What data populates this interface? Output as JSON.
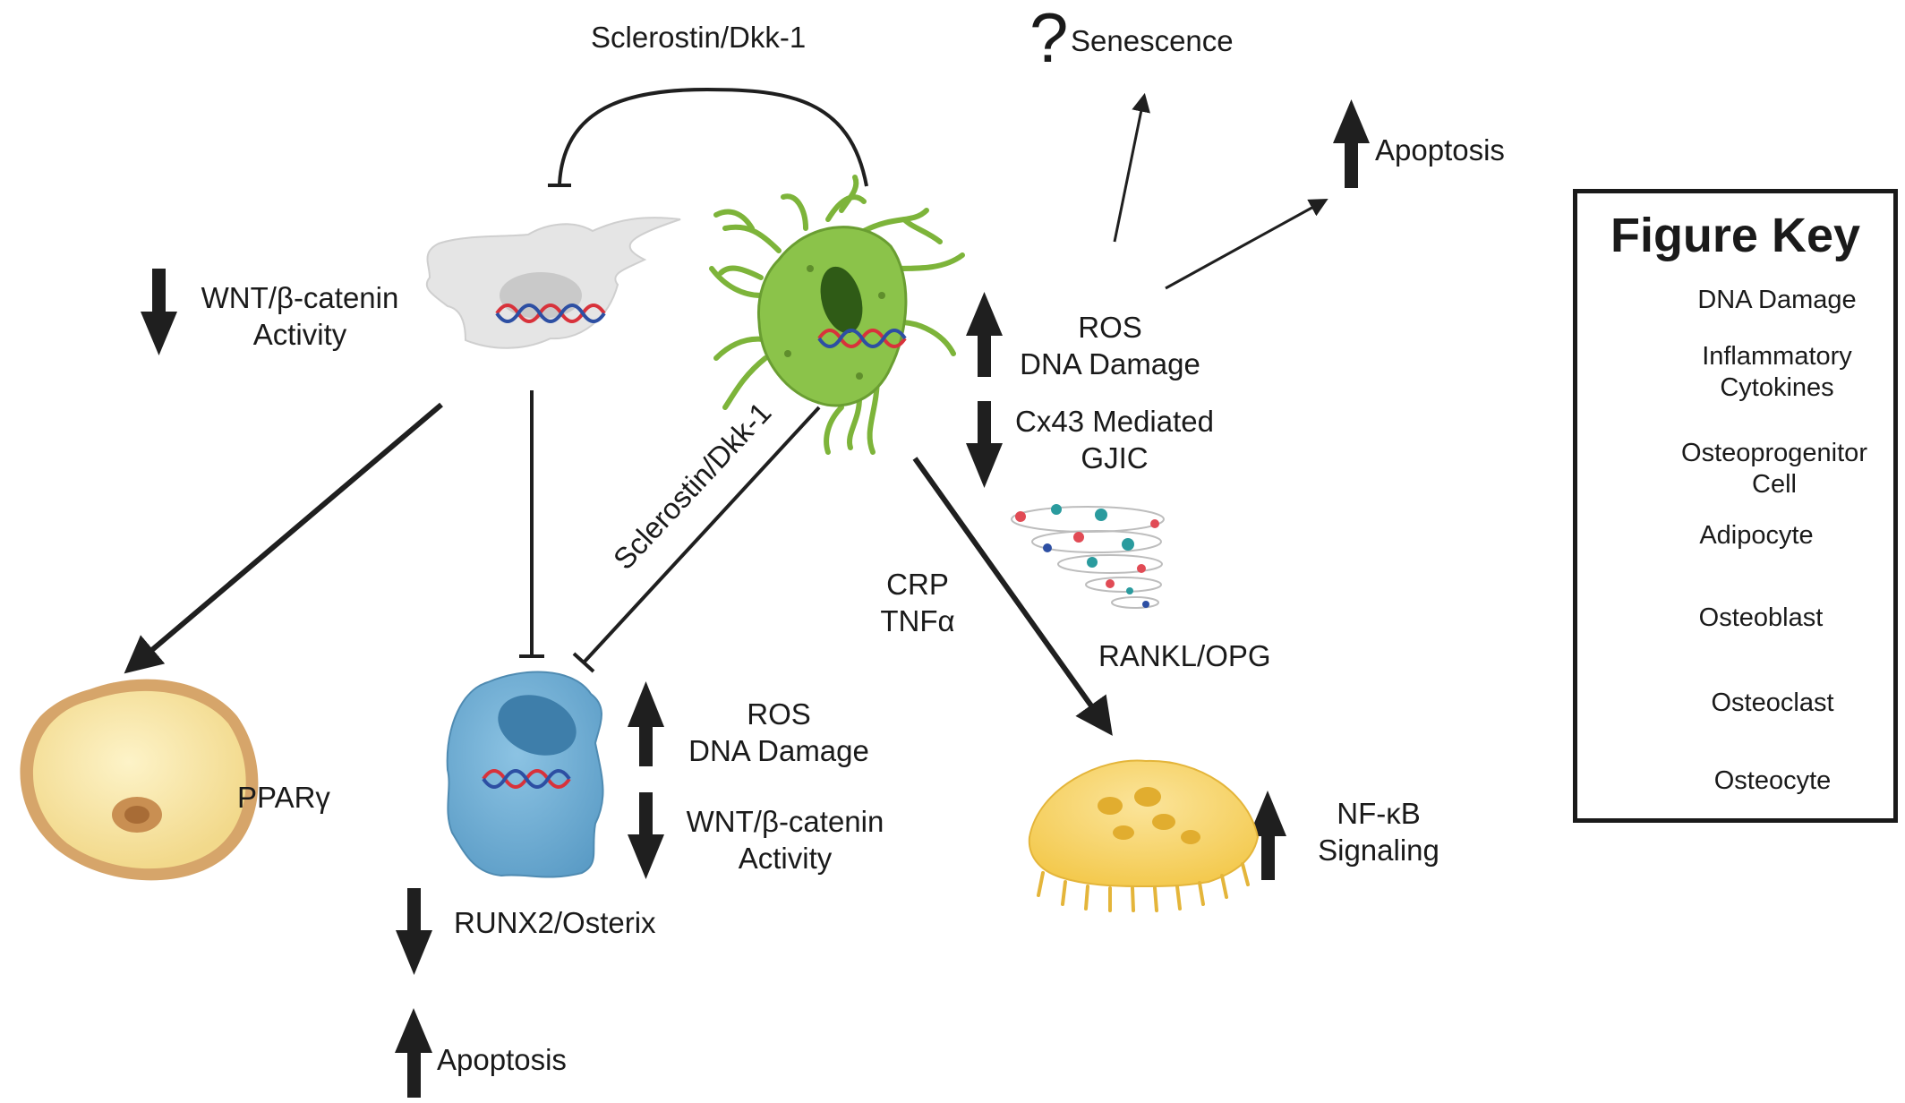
{
  "diagram": {
    "top_inhibitor": "Sclerostin/Dkk-1",
    "diag_inhibitor": "Sclerostin/Dkk-1",
    "senescence_q": "?",
    "senescence": "Senescence",
    "apoptosis_top": "Apoptosis",
    "wnt_top": [
      "WNT/β-catenin",
      "Activity"
    ],
    "ros_osteocyte": [
      "ROS",
      "DNA Damage"
    ],
    "cx43": [
      "Cx43 Mediated",
      "GJIC"
    ],
    "crp": [
      "CRP",
      "TNFα"
    ],
    "rankl": "RANKL/OPG",
    "ppar": "PPARγ",
    "ros_osteoblast": [
      "ROS",
      "DNA Damage"
    ],
    "wnt_osteoblast": [
      "WNT/β-catenin",
      "Activity"
    ],
    "runx2": "RUNX2/Osterix",
    "apoptosis_bottom": "Apoptosis",
    "nfkb": [
      "NF-κB",
      "Signaling"
    ]
  },
  "figure_key": {
    "title": "Figure Key",
    "items": [
      {
        "label": "DNA Damage",
        "icon": "dna-icon"
      },
      {
        "label": "Inflammatory Cytokines",
        "lines": [
          "Inflammatory",
          "Cytokines"
        ],
        "icon": "cytokine-tornado-icon"
      },
      {
        "label": "Osteoprogenitor Cell",
        "lines": [
          "Osteoprogenitor",
          "Cell"
        ],
        "icon": "osteoprogenitor-icon"
      },
      {
        "label": "Adipocyte",
        "icon": "adipocyte-icon"
      },
      {
        "label": "Osteoblast",
        "icon": "osteoblast-icon"
      },
      {
        "label": "Osteoclast",
        "icon": "osteoclast-icon"
      },
      {
        "label": "Osteocyte",
        "icon": "osteocyte-icon"
      }
    ]
  },
  "colors": {
    "arrow": "#1f1f1f",
    "osteocyte": "#7db43a",
    "osteoprogenitor": "#e6e6e6",
    "osteoblast": "#6aa9cf",
    "adipocyte": "#f4df9a",
    "osteoclast": "#f6d36a",
    "dna_red": "#d8323b",
    "dna_blue": "#2d4fa3"
  }
}
